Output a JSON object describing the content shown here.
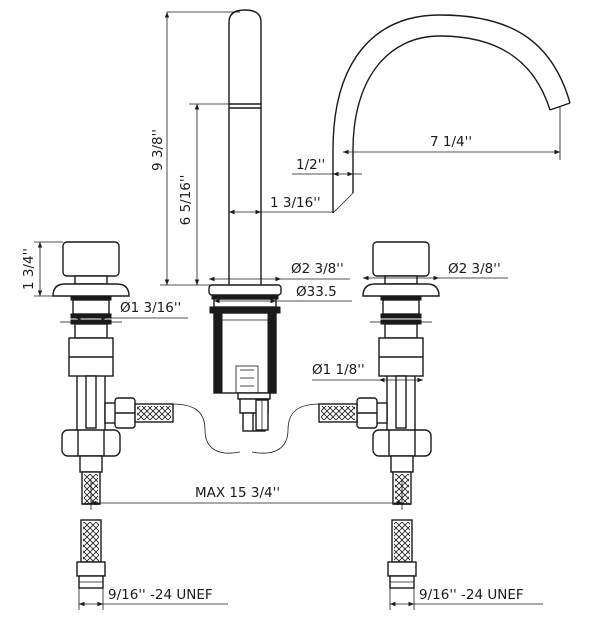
{
  "labels": {
    "spout_height": "9 3/8''",
    "spout_lower_height": "6 5/16''",
    "spout_reach": "7 1/4''",
    "spout_tip_diameter": "1/2''",
    "spout_diameter": "1 3/16''",
    "handle_height": "1 3/4''",
    "spout_base_diameter": "Ø2 3/8''",
    "handle_base_diameter": "Ø2 3/8''",
    "hole_diameter": "Ø33.5",
    "handle_shank_diameter": "Ø1 3/16''",
    "valve_body_diameter": "Ø1 1/8''",
    "max_spread": "MAX 15 3/4''",
    "thread_left": "9/16'' -24 UNEF",
    "thread_right": "9/16'' -24 UNEF"
  }
}
